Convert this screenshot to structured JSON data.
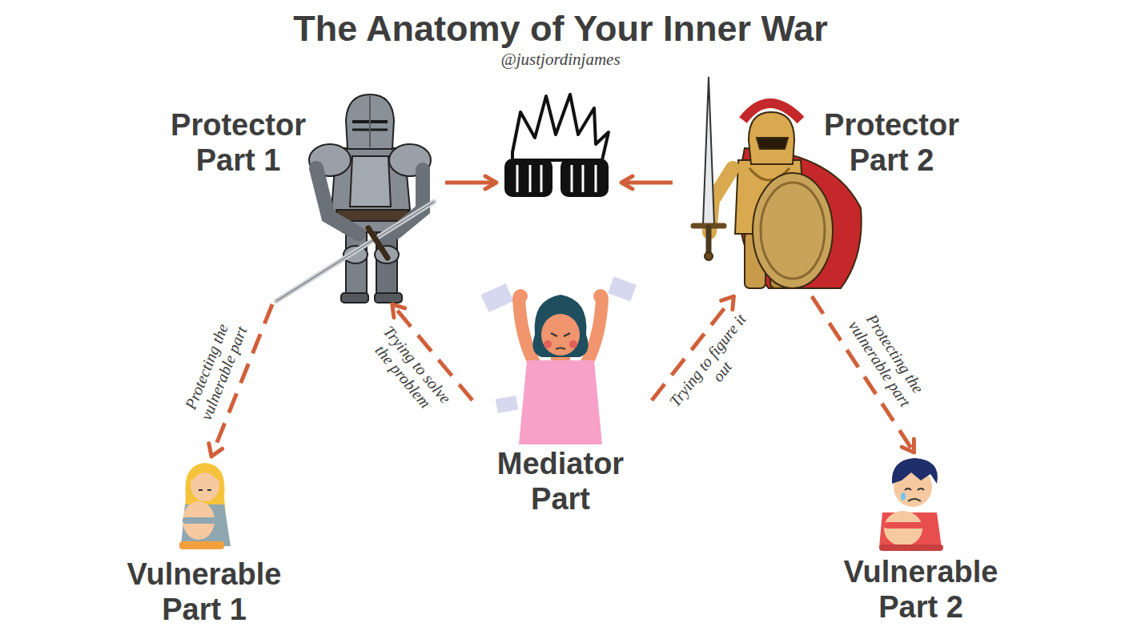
{
  "diagram": {
    "title": "The Anatomy of Your Inner War",
    "nodes": [
      {
        "text": [
          "Protector Part 1"
        ]
      },
      {
        "text": [
          "Protector Part 2"
        ]
      },
      {
        "text": [
          "Mediator Part"
        ]
      },
      {
        "text": [
          "Vulnerable Part 1"
        ]
      },
      {
        "text": [
          "Vulnerable Part 2"
        ]
      }
    ],
    "edges": [
      {
        "from": 0,
        "to": 3,
        "label": "Protecting the vulnerable part",
        "arrow": "to"
      },
      {
        "from": 1,
        "to": 4,
        "label": "Protecting the vulnerable part",
        "arrow": "to"
      },
      {
        "from": 2,
        "to": 0,
        "label": "Trying to solve the problem",
        "arrow": "to"
      },
      {
        "from": 2,
        "to": 1,
        "label": "Trying to figure it out",
        "arrow": "to"
      }
    ],
    "labels": [
      "@justjordinjames"
    ]
  }
}
